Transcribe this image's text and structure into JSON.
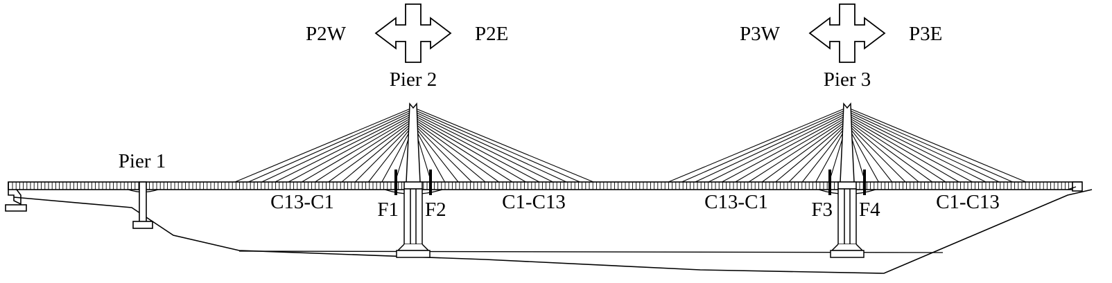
{
  "colors": {
    "line": "#000000",
    "background": "#ffffff"
  },
  "piers": {
    "pier1": {
      "label": "Pier 1"
    },
    "pier2": {
      "label": "Pier 2",
      "direction_left": "P2W",
      "direction_right": "P2E",
      "cables_left": "C13-C1",
      "cables_right": "C1-C13",
      "section_left": "F1",
      "section_right": "F2"
    },
    "pier3": {
      "label": "Pier 3",
      "direction_left": "P3W",
      "direction_right": "P3E",
      "cables_left": "C13-C1",
      "cables_right": "C1-C13",
      "section_left": "F3",
      "section_right": "F4"
    }
  }
}
